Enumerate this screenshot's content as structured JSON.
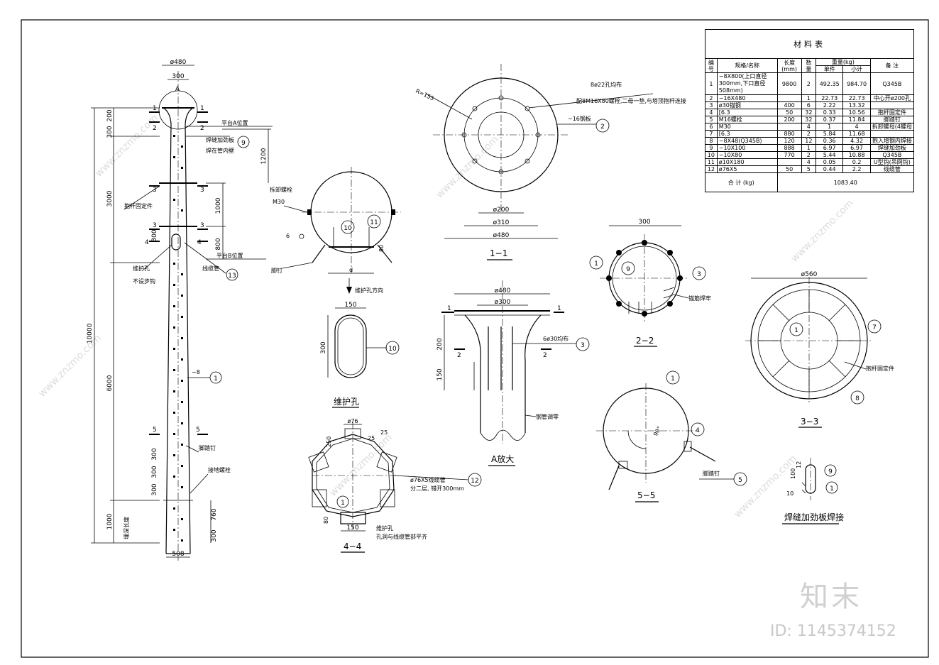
{
  "pole": {
    "dims": {
      "top_diameter": "ø480",
      "top_inner": "300",
      "bottom_width": "508",
      "total_height": "10000",
      "seg_3000": "3000",
      "seg_6000": "6000",
      "seg_1000": "1000",
      "top_300": "300",
      "top_200": "200",
      "dim_1200": "1200",
      "dim_1000": "1000",
      "dim_800": "800",
      "dim_300a": "300",
      "dim_300b": "300",
      "dim_300c": "300",
      "dim_300d": "300",
      "dim_760": "760",
      "dim_300e": "300"
    },
    "labels": {
      "platform_a": "平台A位置",
      "weld_stiffener": "焊缝加劲板",
      "weld_inside": "焊在管内壁",
      "bracket": "抱杆固定件",
      "platform_b": "平台B位置",
      "maint_hole": "维护孔",
      "no_ladder": "不设步钩",
      "cable_pipe": "线缆管",
      "step_nail": "脚踏钉",
      "ground_bolt": "接地螺栓",
      "embed_depth": "埋深长度",
      "plate_8": "−8",
      "point_a": "A"
    },
    "section_marks": [
      "1",
      "1",
      "2",
      "2",
      "3",
      "3",
      "3",
      "3",
      "4",
      "4",
      "5",
      "5"
    ],
    "callouts": [
      "9",
      "13",
      "1"
    ]
  },
  "maint_view": {
    "bolt_label": "拆卸螺栓",
    "bolt_size": "M30",
    "label_6": "6",
    "dim_80": "80",
    "dim_d": "d",
    "step_label": "脚钉",
    "direction": "维护孔方向",
    "callouts": [
      "10",
      "11"
    ]
  },
  "maint_hole": {
    "w": "150",
    "h": "300",
    "title": "维护孔",
    "callout": "10"
  },
  "view_44": {
    "pipe": "ø76",
    "d25a": "25",
    "d25b": "25",
    "d150": "150",
    "d80": "80",
    "d250": "250",
    "pipe_note1": "ø76X5线缆管",
    "pipe_note2": "分二层, 错开300mm",
    "hole_note1": "维护孔",
    "hole_note2": "孔洞与线缆管部平齐",
    "title": "4−4",
    "callouts": [
      "12",
      "1"
    ]
  },
  "view_11": {
    "radius": "R=155",
    "holes": "8ø22孔均布",
    "bolt_note": "配8M16X80螺栓,二母一垫,与塔顶抱杆连接",
    "plate": "−16钢板",
    "d200": "ø200",
    "d310": "ø310",
    "d480": "ø480",
    "title": "1−1",
    "callout": "2"
  },
  "view_a": {
    "d480": "ø480",
    "d300": "ø300",
    "d200": "200",
    "d150": "150",
    "bars": "6ø30均布",
    "pipe": "钢管调零",
    "title": "A放大",
    "marks": [
      "1",
      "1",
      "2",
      "2"
    ],
    "callout": "3"
  },
  "view_22": {
    "width": "300",
    "weld_note": "锚筋焊牢",
    "title": "2−2",
    "callouts": [
      "1",
      "9",
      "3"
    ]
  },
  "view_55": {
    "angle": "90°",
    "step": "脚踏钉",
    "title": "5−5",
    "callouts": [
      "1",
      "4",
      "5"
    ]
  },
  "view_33": {
    "dia": "ø560",
    "bracket": "抱杆固定件",
    "title": "3−3",
    "callouts": [
      "1",
      "7",
      "8"
    ]
  },
  "weld_detail": {
    "d100": "100",
    "d12": "12",
    "d10": "10",
    "title": "焊缝加劲板焊接",
    "callouts": [
      "9",
      "1"
    ]
  },
  "material_table": {
    "caption": "材料表",
    "headers": {
      "no": "编号",
      "spec": "规格/名称",
      "length": "长度(mm)",
      "qty": "数量",
      "weight": "重量(kg)",
      "unit": "单件",
      "subtotal": "小计",
      "remark": "备 注"
    },
    "rows": [
      [
        "1",
        "−8X800(上口直径300mm,下口直径508mm)",
        "9800",
        "2",
        "492.35",
        "984.70",
        "Q345B"
      ],
      [
        "2",
        "−16X480",
        "",
        "1",
        "22.73",
        "22.73",
        "中心开ø200孔"
      ],
      [
        "3",
        "ø30锚钢",
        "400",
        "6",
        "2.22",
        "13.32",
        ""
      ],
      [
        "4",
        "[6.3",
        "50",
        "32",
        "0.33",
        "10.56",
        "抱杆固定件"
      ],
      [
        "5",
        "M16螺栓",
        "200",
        "32",
        "0.37",
        "11.84",
        "脚踏钉"
      ],
      [
        "6",
        "M30",
        "",
        "4",
        "1",
        "4",
        "拆卸螺母(4螺母"
      ],
      [
        "7",
        "[6.3",
        "880",
        "2",
        "5.84",
        "11.68",
        ""
      ],
      [
        "8",
        "−8X48(Q345B)",
        "120",
        "12",
        "0.36",
        "4.32",
        "抱入增钢内焊接"
      ],
      [
        "9",
        "−10X100",
        "888",
        "1",
        "6.97",
        "6.97",
        "焊缝加劲板"
      ],
      [
        "10",
        "−10X80",
        "770",
        "2",
        "5.44",
        "10.88",
        "Q345B"
      ],
      [
        "11",
        "ø10X180",
        "",
        "4",
        "0.05",
        "0.2",
        "U型钩(吊网钩)"
      ],
      [
        "12",
        "ø76X5",
        "50",
        "5",
        "0.44",
        "2.2",
        "线缆管"
      ]
    ],
    "total_label": "合 计 (kg)",
    "total_value": "1083.40"
  },
  "branding": {
    "logo": "知末",
    "id": "ID: 1145374152",
    "watermark": "www.znzmo.com"
  }
}
